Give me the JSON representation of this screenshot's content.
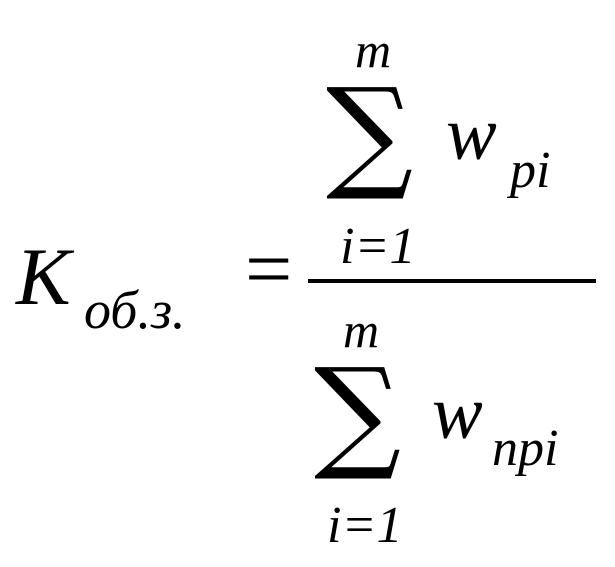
{
  "formula": {
    "lhs": {
      "symbol": "K",
      "subscript": "об.з."
    },
    "equals": "=",
    "numerator": {
      "operator": "∑",
      "upper_limit": "m",
      "lower_limit": "i=1",
      "term": "w",
      "term_subscript": "pi"
    },
    "denominator": {
      "operator": "∑",
      "upper_limit": "m",
      "lower_limit": "i=1",
      "term": "w",
      "term_subscript": "npi"
    }
  }
}
